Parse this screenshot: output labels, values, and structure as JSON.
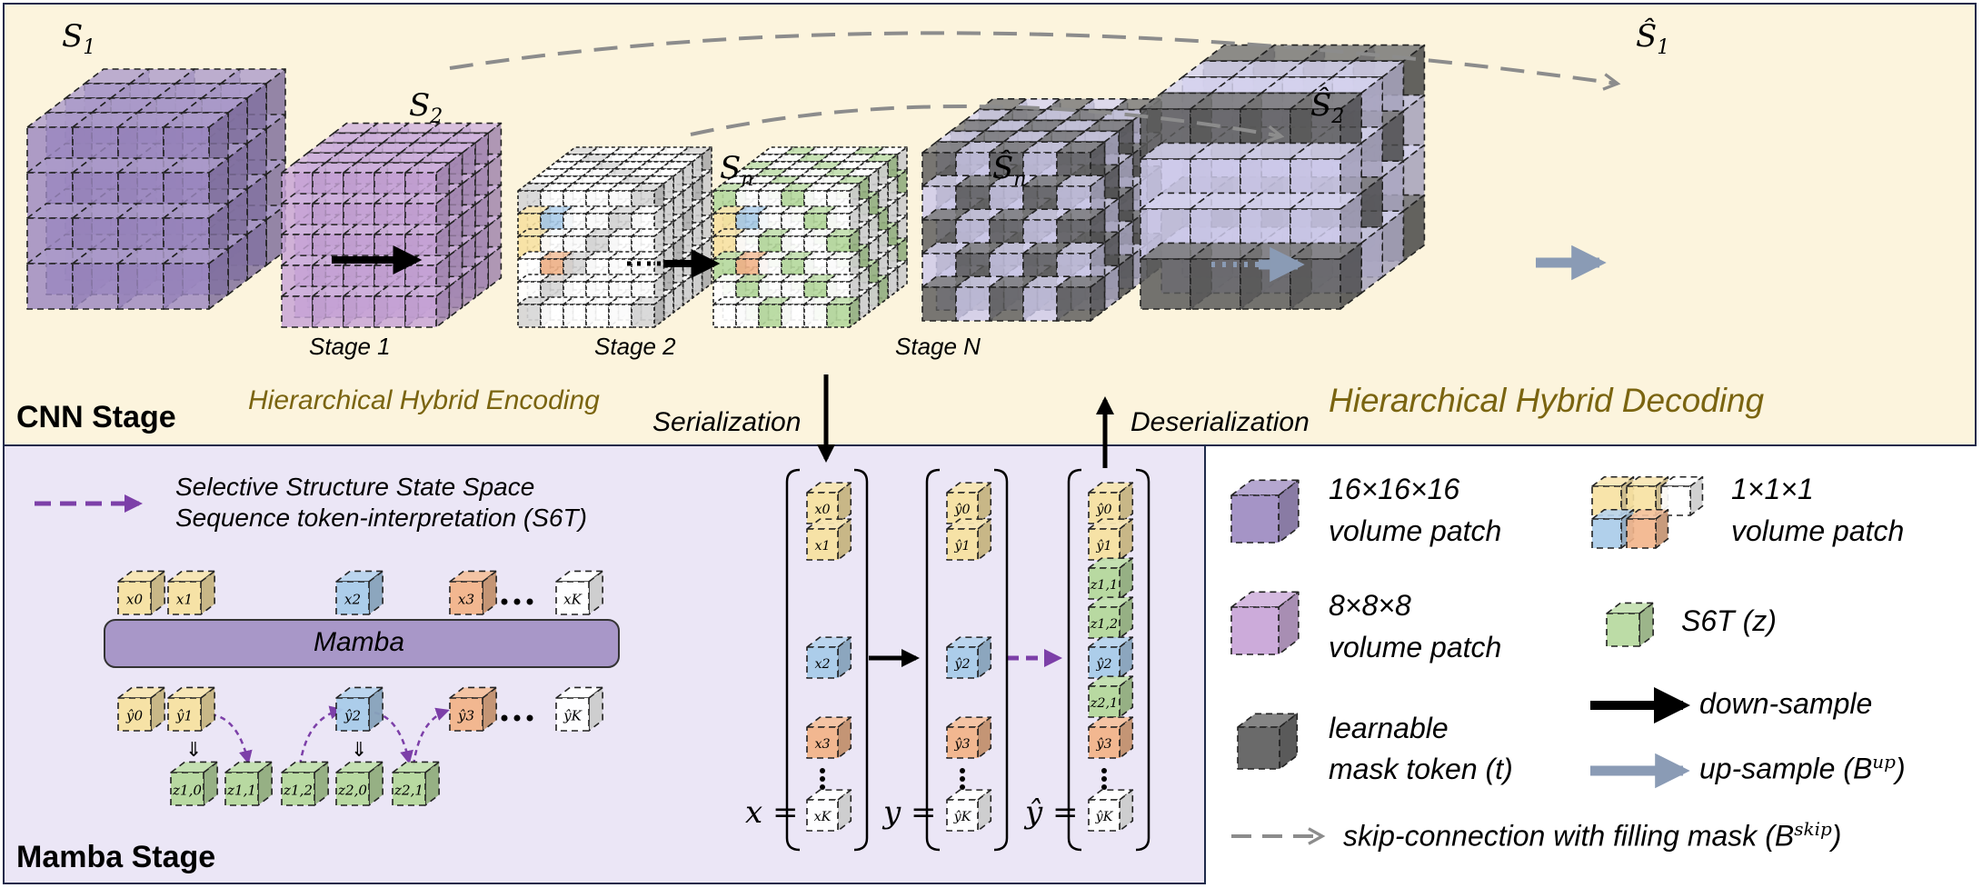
{
  "labels": {
    "s1": "S",
    "s1_sub": "1",
    "s2": "S",
    "s2_sub": "2",
    "sn": "S",
    "sn_sub": "n",
    "s1_hat": "Ŝ",
    "s1_hat_sub": "1",
    "s2_hat": "Ŝ",
    "s2_hat_sub": "2",
    "sn_hat": "Ŝ",
    "sn_hat_sub": "n",
    "stage1": "Stage 1",
    "stage2": "Stage 2",
    "stageN": "Stage N",
    "cnn_stage": "CNN Stage",
    "encoding": "Hierarchical Hybrid Encoding",
    "decoding": "Hierarchical Hybrid Decoding",
    "serialization": "Serialization",
    "deserialization": "Deserialization",
    "mamba_stage": "Mamba Stage",
    "mamba_block": "Mamba",
    "s6t_line1": "Selective Structure State Space",
    "s6t_line2": "Sequence token-interpretation (S6T)",
    "x_eq": "x =",
    "y_eq": "y =",
    "yhat_eq": "ŷ ="
  },
  "tokens": {
    "x_row": [
      "x0",
      "x1",
      "x2",
      "x3",
      "xK"
    ],
    "y_row": [
      "ŷ0",
      "ŷ1",
      "ŷ2",
      "ŷ3",
      "ŷK"
    ],
    "z_row": [
      "z1,0",
      "z1,1",
      "z1,2",
      "z2,0",
      "z2,1"
    ],
    "col_x": [
      "x0",
      "x1",
      "x2",
      "x3",
      "xK"
    ],
    "col_y": [
      "ŷ0",
      "ŷ1",
      "ŷ2",
      "ŷ3",
      "ŷK"
    ],
    "col_yhat": [
      "ŷ0",
      "ŷ1",
      "z1,1",
      "z1,2",
      "ŷ2",
      "z2,1",
      "ŷ3",
      "ŷK"
    ]
  },
  "legend": {
    "patch16_l1": "16×16×16",
    "patch16_l2": "volume patch",
    "patch1_l1": "1×1×1",
    "patch1_l2": "volume patch",
    "patch8_l1": "8×8×8",
    "patch8_l2": "volume patch",
    "s6t": "S6T (z)",
    "mask_l1": "learnable",
    "mask_l2": "mask token (t)",
    "down": "down-sample",
    "up": "up-sample (B",
    "up_sup": "up",
    "up_close": ")",
    "skip": "skip-connection with filling mask (B",
    "skip_sup": "skip",
    "skip_close": ")"
  },
  "colors": {
    "cnn_bg": "#fcf4dd",
    "mamba_bg": "#ebe6f6",
    "purple_dark": "#9b88c0",
    "purple_light": "#c6a2d6",
    "lavender": "#cdc9ea",
    "mask_gray": "#5a5a5a",
    "yellow": "#f7e1a1",
    "blue": "#a9cbe9",
    "orange": "#f2b48a",
    "green": "#b5d89c",
    "gold_text": "#7a6410",
    "arrow_up": "#8a9bb5",
    "arrow_skip": "#8c8c8c",
    "arrow_s6t": "#7c3fa8"
  }
}
